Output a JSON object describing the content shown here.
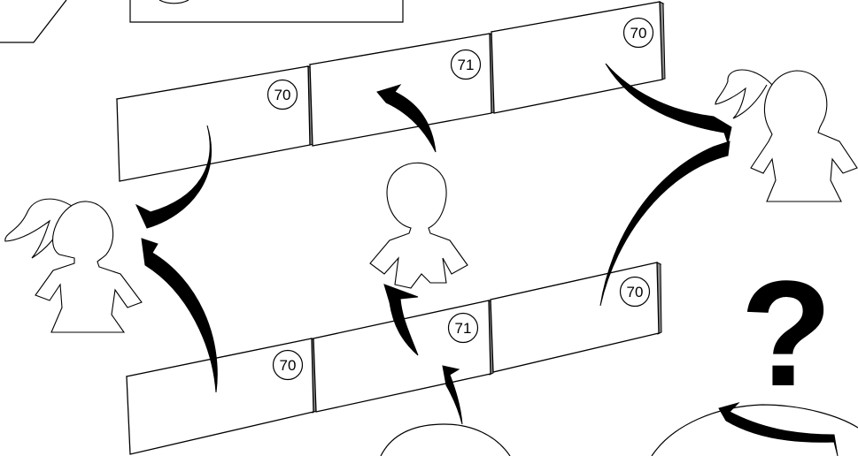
{
  "panels": {
    "top_row": [
      "70",
      "71",
      "70"
    ],
    "bottom_row": [
      "70",
      "71",
      "70"
    ]
  },
  "question_mark": "?",
  "colors": {
    "ink": "#000000",
    "panel_face": "#ffffff",
    "panel_edge": "#9a9a9a"
  }
}
